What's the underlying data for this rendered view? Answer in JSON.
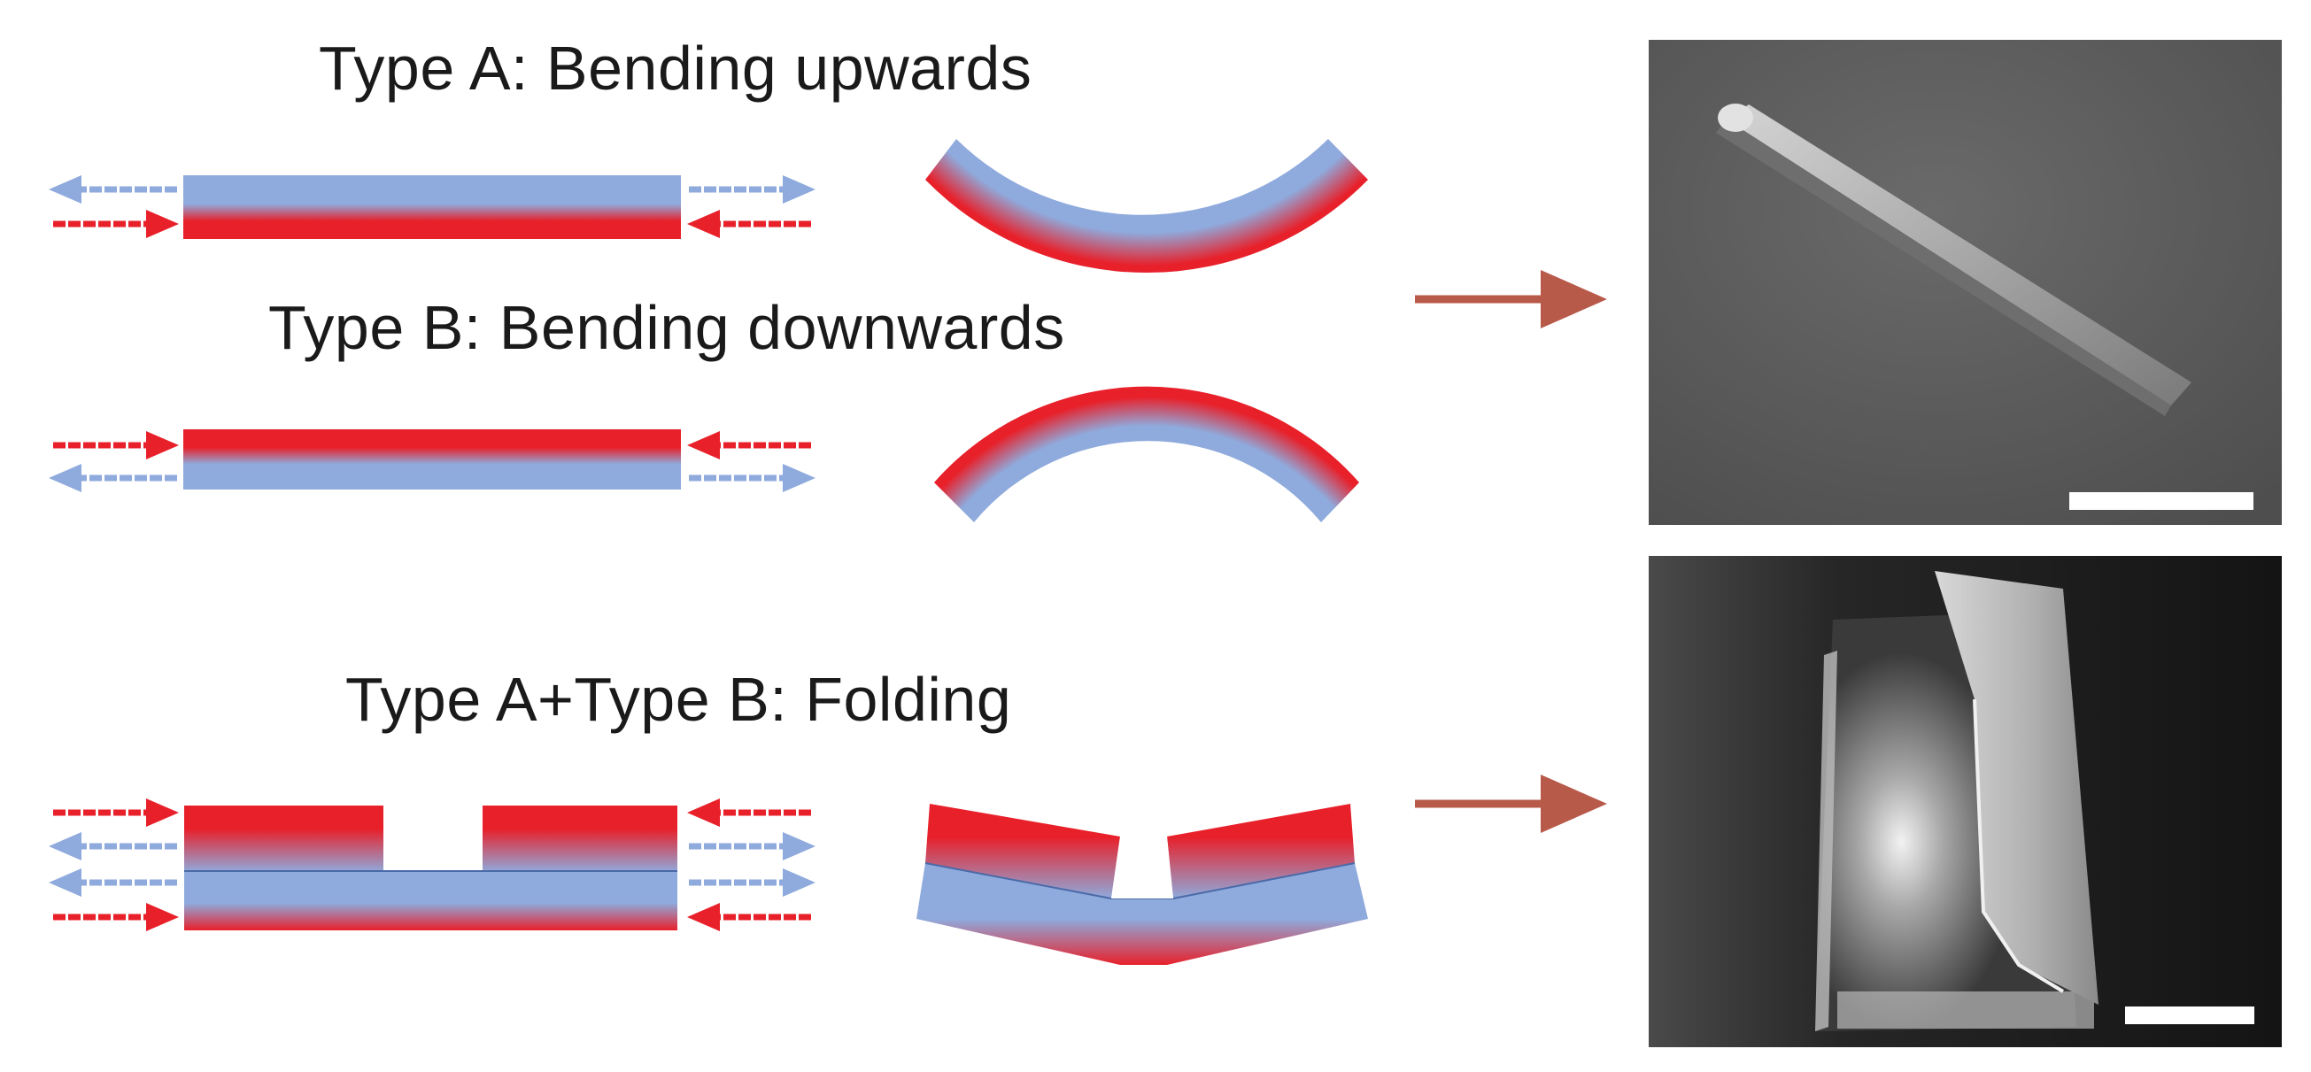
{
  "labels": {
    "type_a": "Type A: Bending upwards",
    "type_b": "Type B: Bending downwards",
    "type_ab": "Type A+Type B: Folding"
  },
  "colors": {
    "expansion_blue": "#8faadc",
    "contraction_red": "#e8202a",
    "result_arrow": "#b85a4a",
    "sem_top_bg": "#5a5a5a",
    "sem_bottom_bg": "#1e1e1e",
    "scale_bar": "#ffffff"
  },
  "icons": {
    "force_arrow": "arrow-icon",
    "result_arrow": "right-arrow-icon"
  }
}
